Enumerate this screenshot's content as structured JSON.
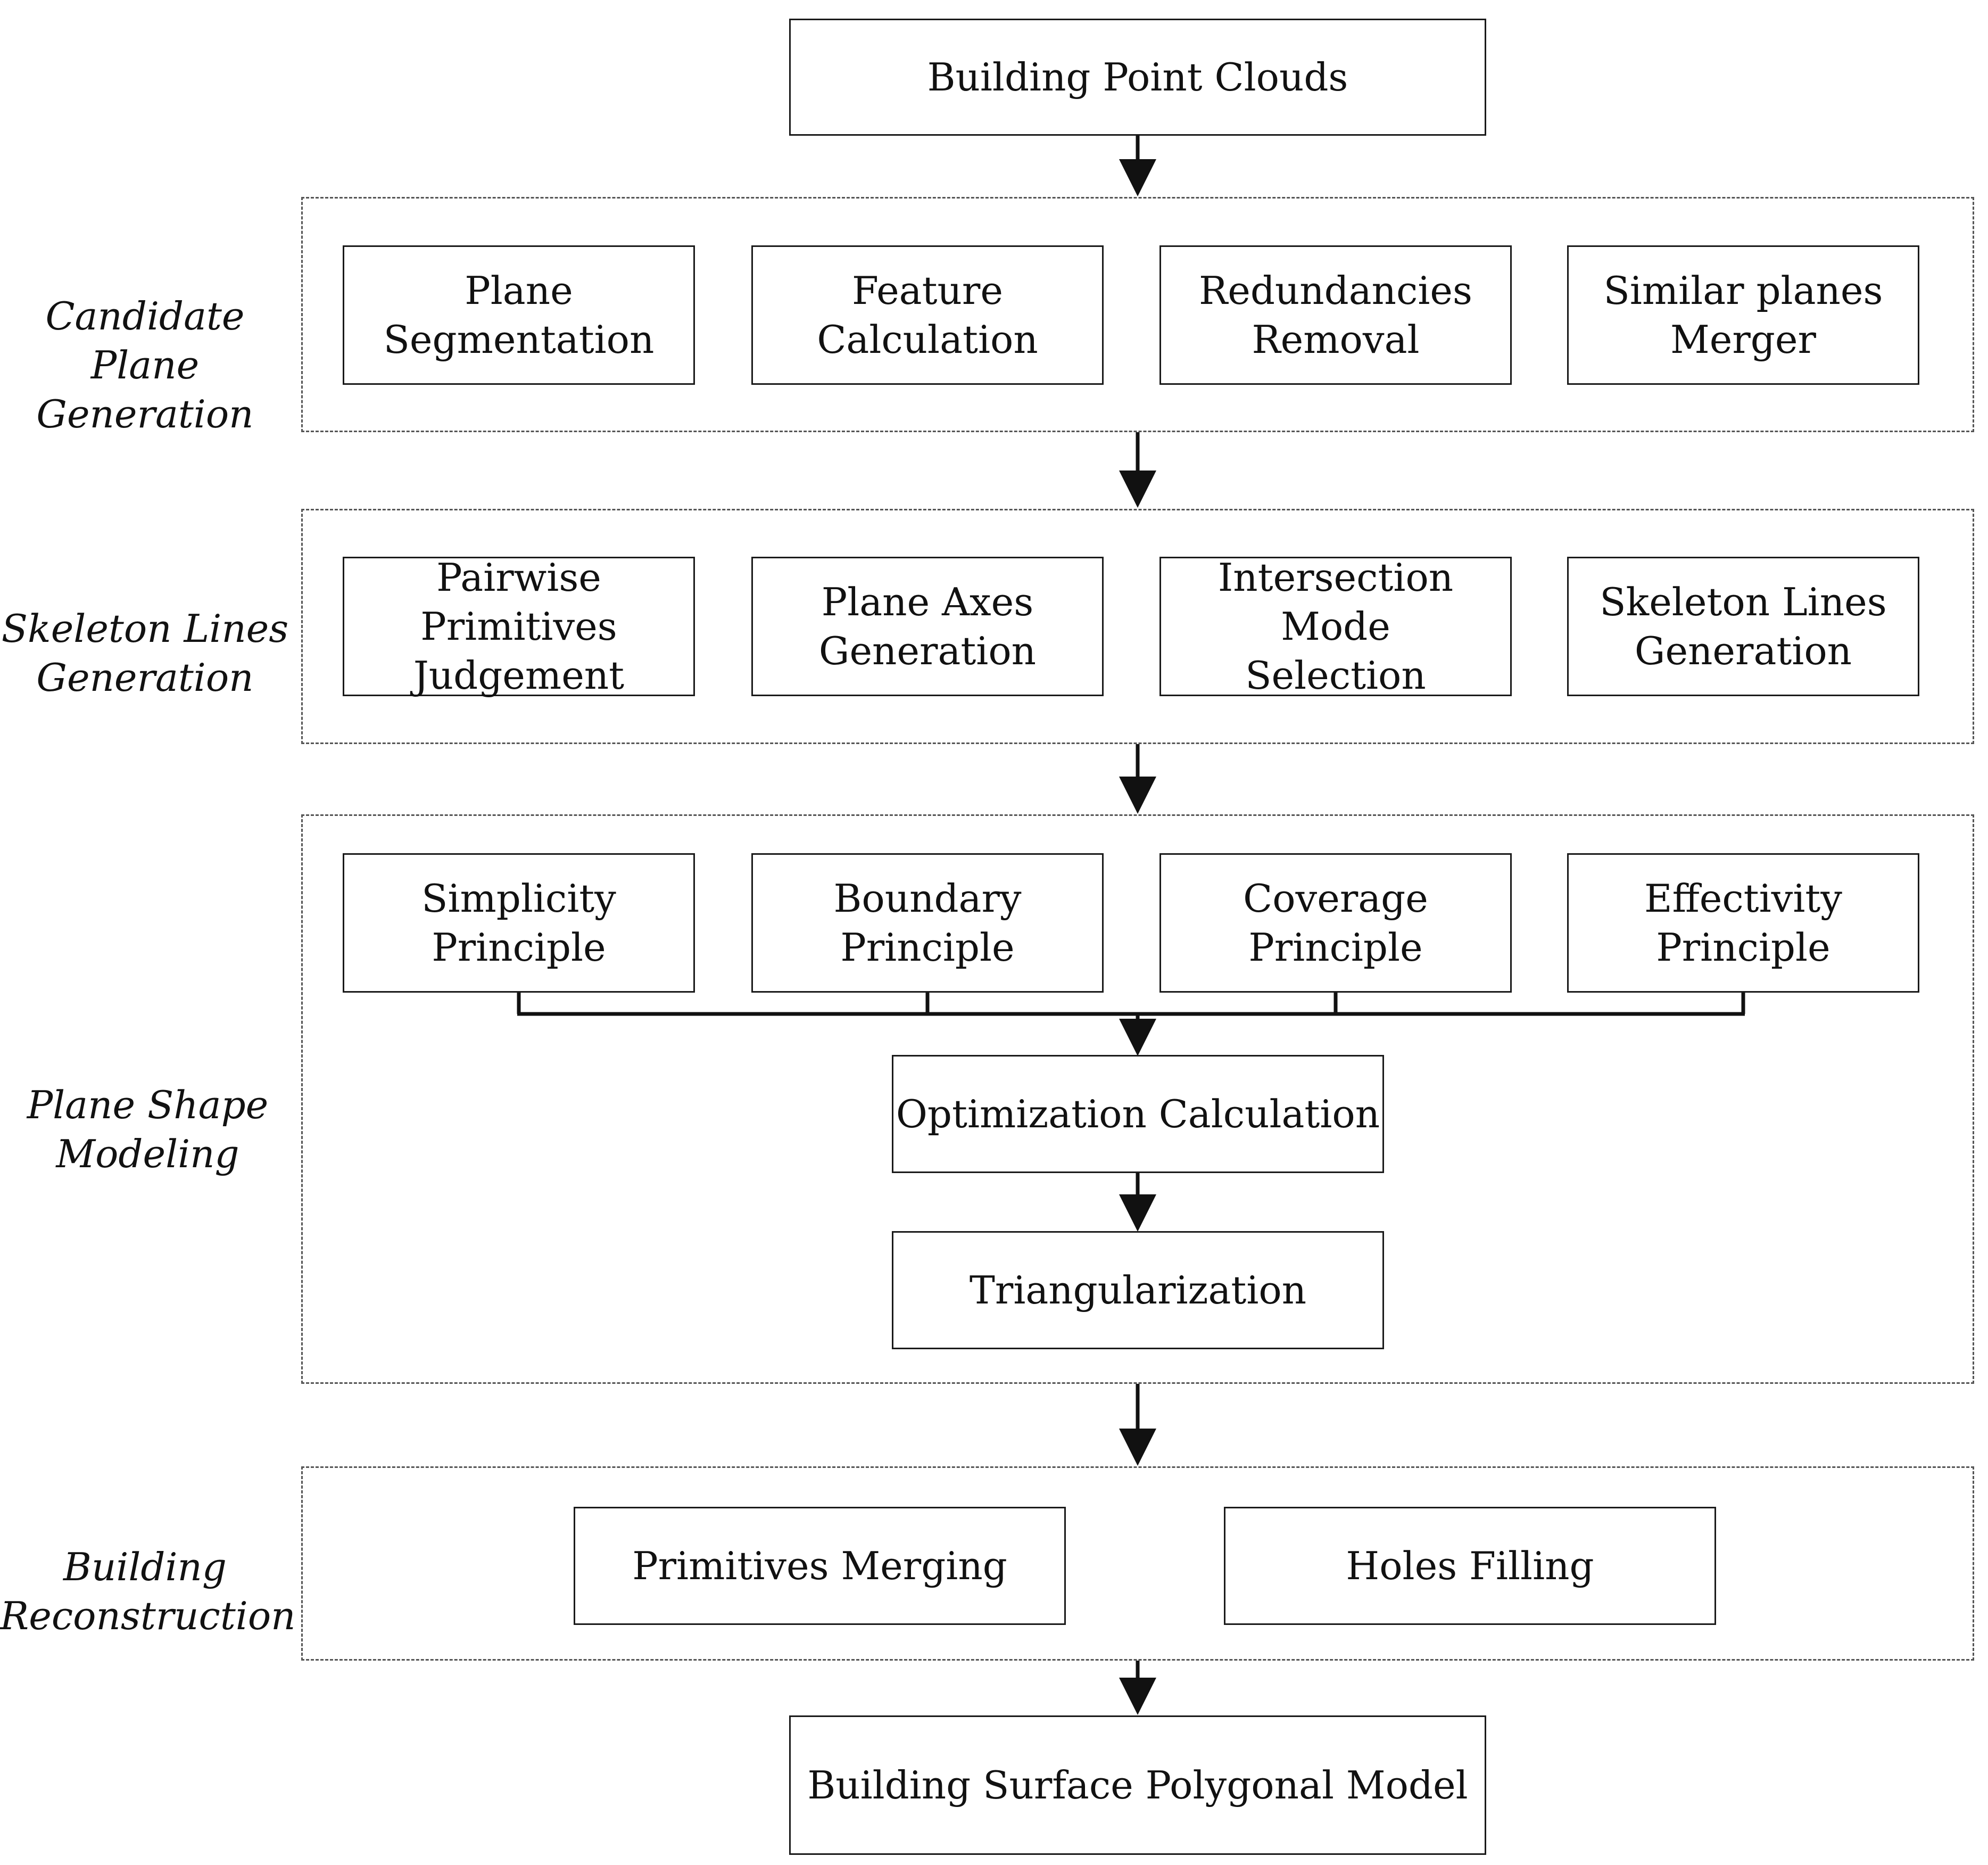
{
  "top": {
    "input": "Building Point Clouds",
    "output": "Building Surface Polygonal Model"
  },
  "stages": [
    {
      "label": "Candidate Plane\nGeneration",
      "items": [
        "Plane\nSegmentation",
        "Feature\nCalculation",
        "Redundancies\nRemoval",
        "Similar planes\nMerger"
      ]
    },
    {
      "label": "Skeleton Lines\nGeneration",
      "items": [
        "Pairwise\nPrimitives\nJudgement",
        "Plane Axes\nGeneration",
        "Intersection Mode\nSelection",
        "Skeleton Lines\nGeneration"
      ]
    },
    {
      "label": "Plane Shape\nModeling",
      "items": [
        "Simplicity\nPrinciple",
        "Boundary\nPrinciple",
        "Coverage\nPrinciple",
        "Effectivity\nPrinciple"
      ],
      "optimization": "Optimization Calculation",
      "triangulation": "Triangularization"
    },
    {
      "label": "Building\nReconstruction",
      "items": [
        "Primitives Merging",
        "Holes Filling"
      ]
    }
  ]
}
